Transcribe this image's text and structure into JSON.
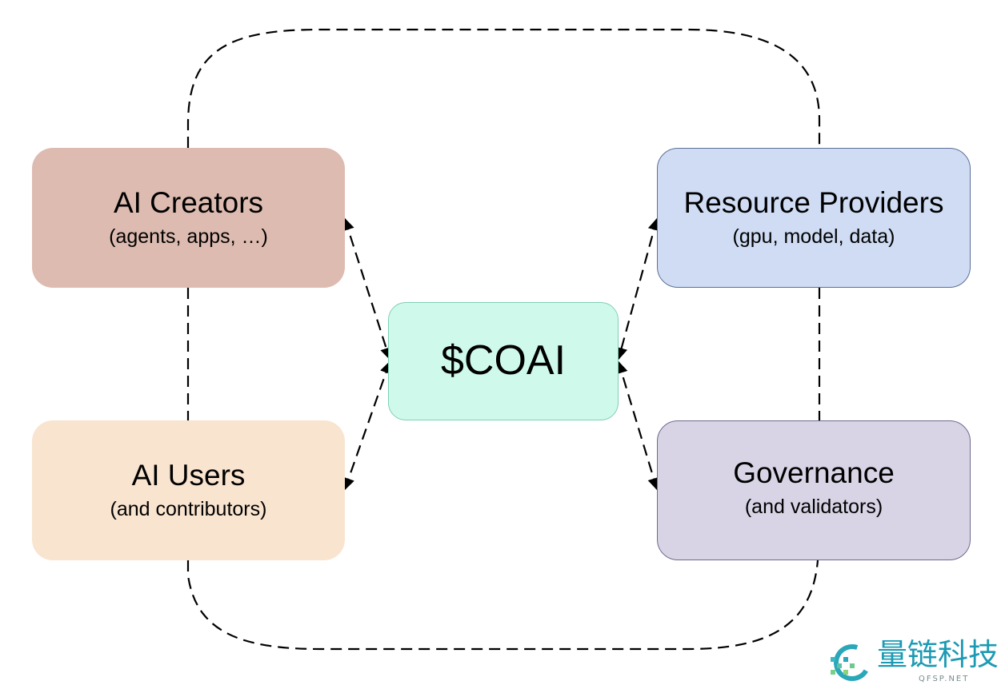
{
  "nodes": {
    "creators": {
      "title": "AI Creators",
      "subtitle": "(agents, apps, …)",
      "fill": "#ddbbb0"
    },
    "users": {
      "title": "AI Users",
      "subtitle": "(and contributors)",
      "fill": "#f9e4cf"
    },
    "providers": {
      "title": "Resource Providers",
      "subtitle": "(gpu, model, data)",
      "fill": "#cfdcf4"
    },
    "governance": {
      "title": "Governance",
      "subtitle": "(and validators)",
      "fill": "#d8d4e6"
    },
    "center": {
      "title": "$COAI",
      "fill": "#cffaeb"
    }
  },
  "watermark": {
    "text": "量链科技",
    "subtext": "QFSP.NET",
    "color": "#1c9ab3"
  },
  "edges": [
    {
      "from": "creators",
      "to": "center",
      "style": "dashed",
      "arrows": "both"
    },
    {
      "from": "users",
      "to": "center",
      "style": "dashed",
      "arrows": "both"
    },
    {
      "from": "providers",
      "to": "center",
      "style": "dashed",
      "arrows": "both"
    },
    {
      "from": "governance",
      "to": "center",
      "style": "dashed",
      "arrows": "both"
    },
    {
      "from": "creators",
      "to": "providers",
      "style": "dashed",
      "arrows": "none"
    },
    {
      "from": "users",
      "to": "governance",
      "style": "dashed",
      "arrows": "none"
    },
    {
      "from": "creators",
      "to": "users",
      "style": "dashed",
      "arrows": "none"
    },
    {
      "from": "providers",
      "to": "governance",
      "style": "dashed",
      "arrows": "none"
    }
  ]
}
